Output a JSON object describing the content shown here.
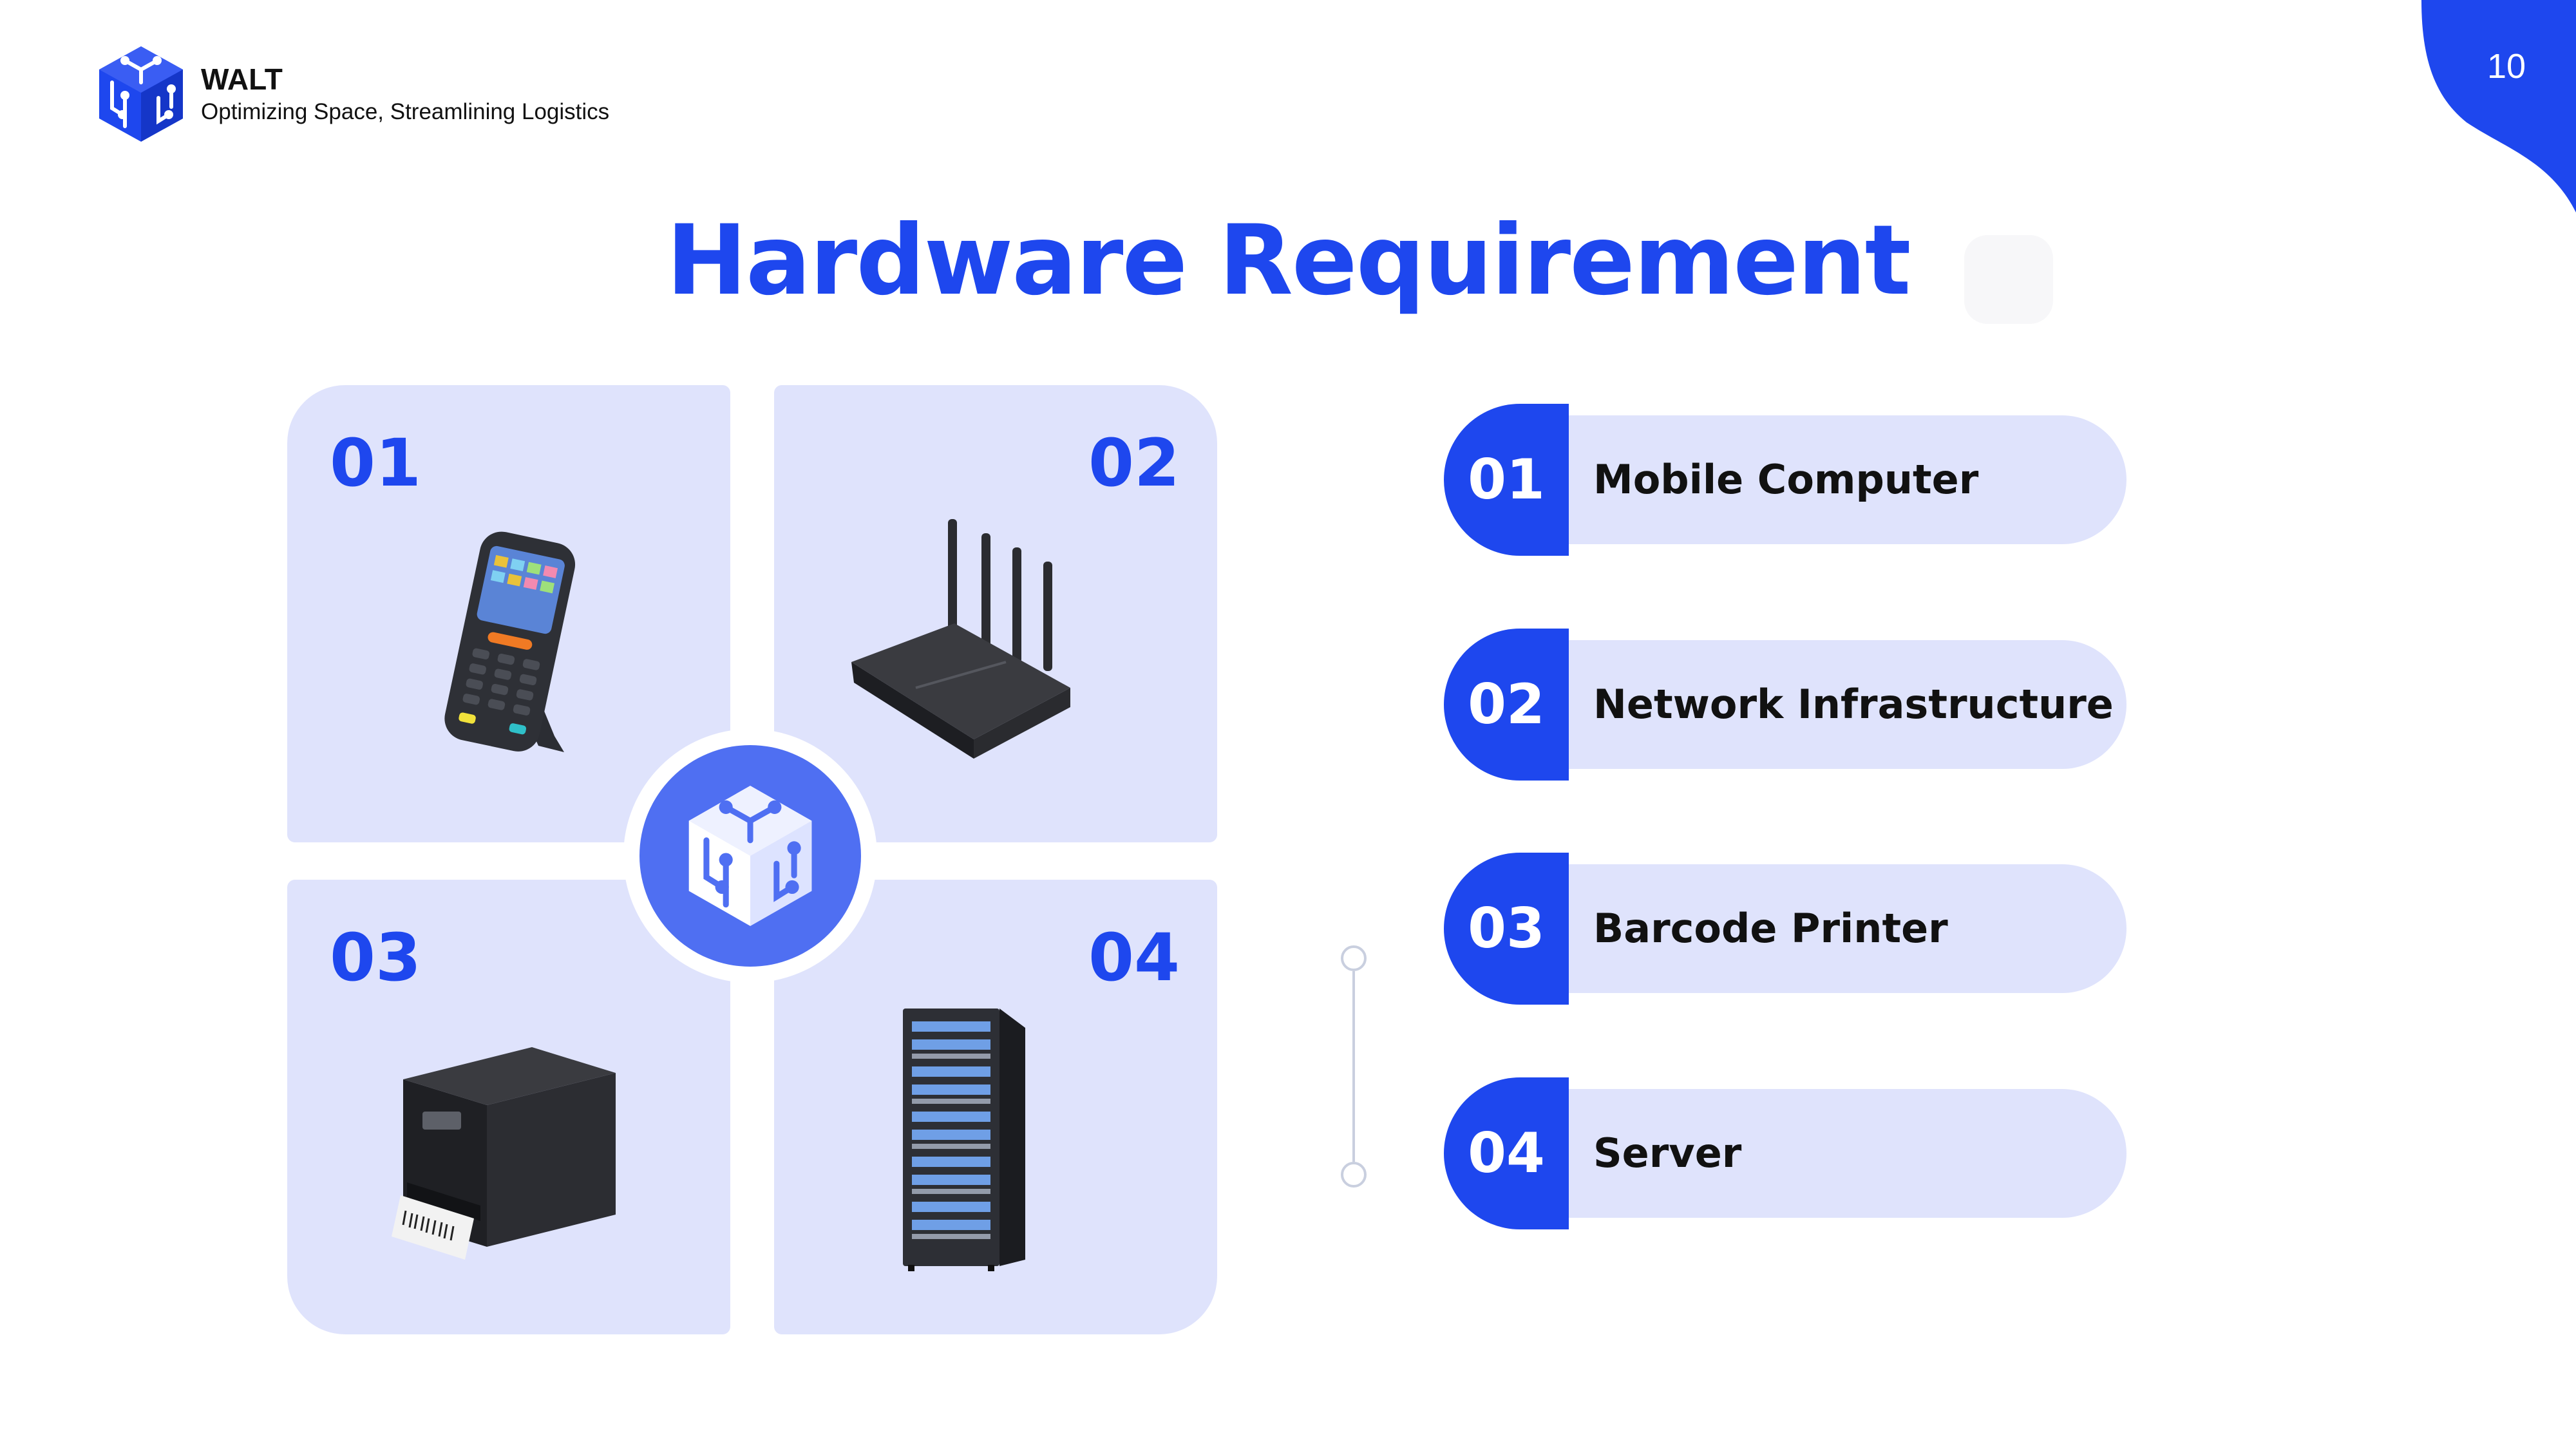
{
  "brand": {
    "name": "WALT",
    "tagline": "Optimizing Space, Streamlining Logistics",
    "logo_icon": "circuit-cube-icon"
  },
  "page_number": "10",
  "title": "Hardware Requirement",
  "colors": {
    "accent": "#1e47ee",
    "tile_background": "#dfe3fc",
    "center_disc": "#4f6ff2"
  },
  "tiles": [
    {
      "number": "01",
      "icon": "mobile-computer-icon"
    },
    {
      "number": "02",
      "icon": "router-icon"
    },
    {
      "number": "03",
      "icon": "barcode-printer-icon"
    },
    {
      "number": "04",
      "icon": "server-rack-icon"
    }
  ],
  "list": [
    {
      "number": "01",
      "label": "Mobile Computer"
    },
    {
      "number": "02",
      "label": "Network Infrastructure"
    },
    {
      "number": "03",
      "label": "Barcode Printer"
    },
    {
      "number": "04",
      "label": "Server"
    }
  ]
}
